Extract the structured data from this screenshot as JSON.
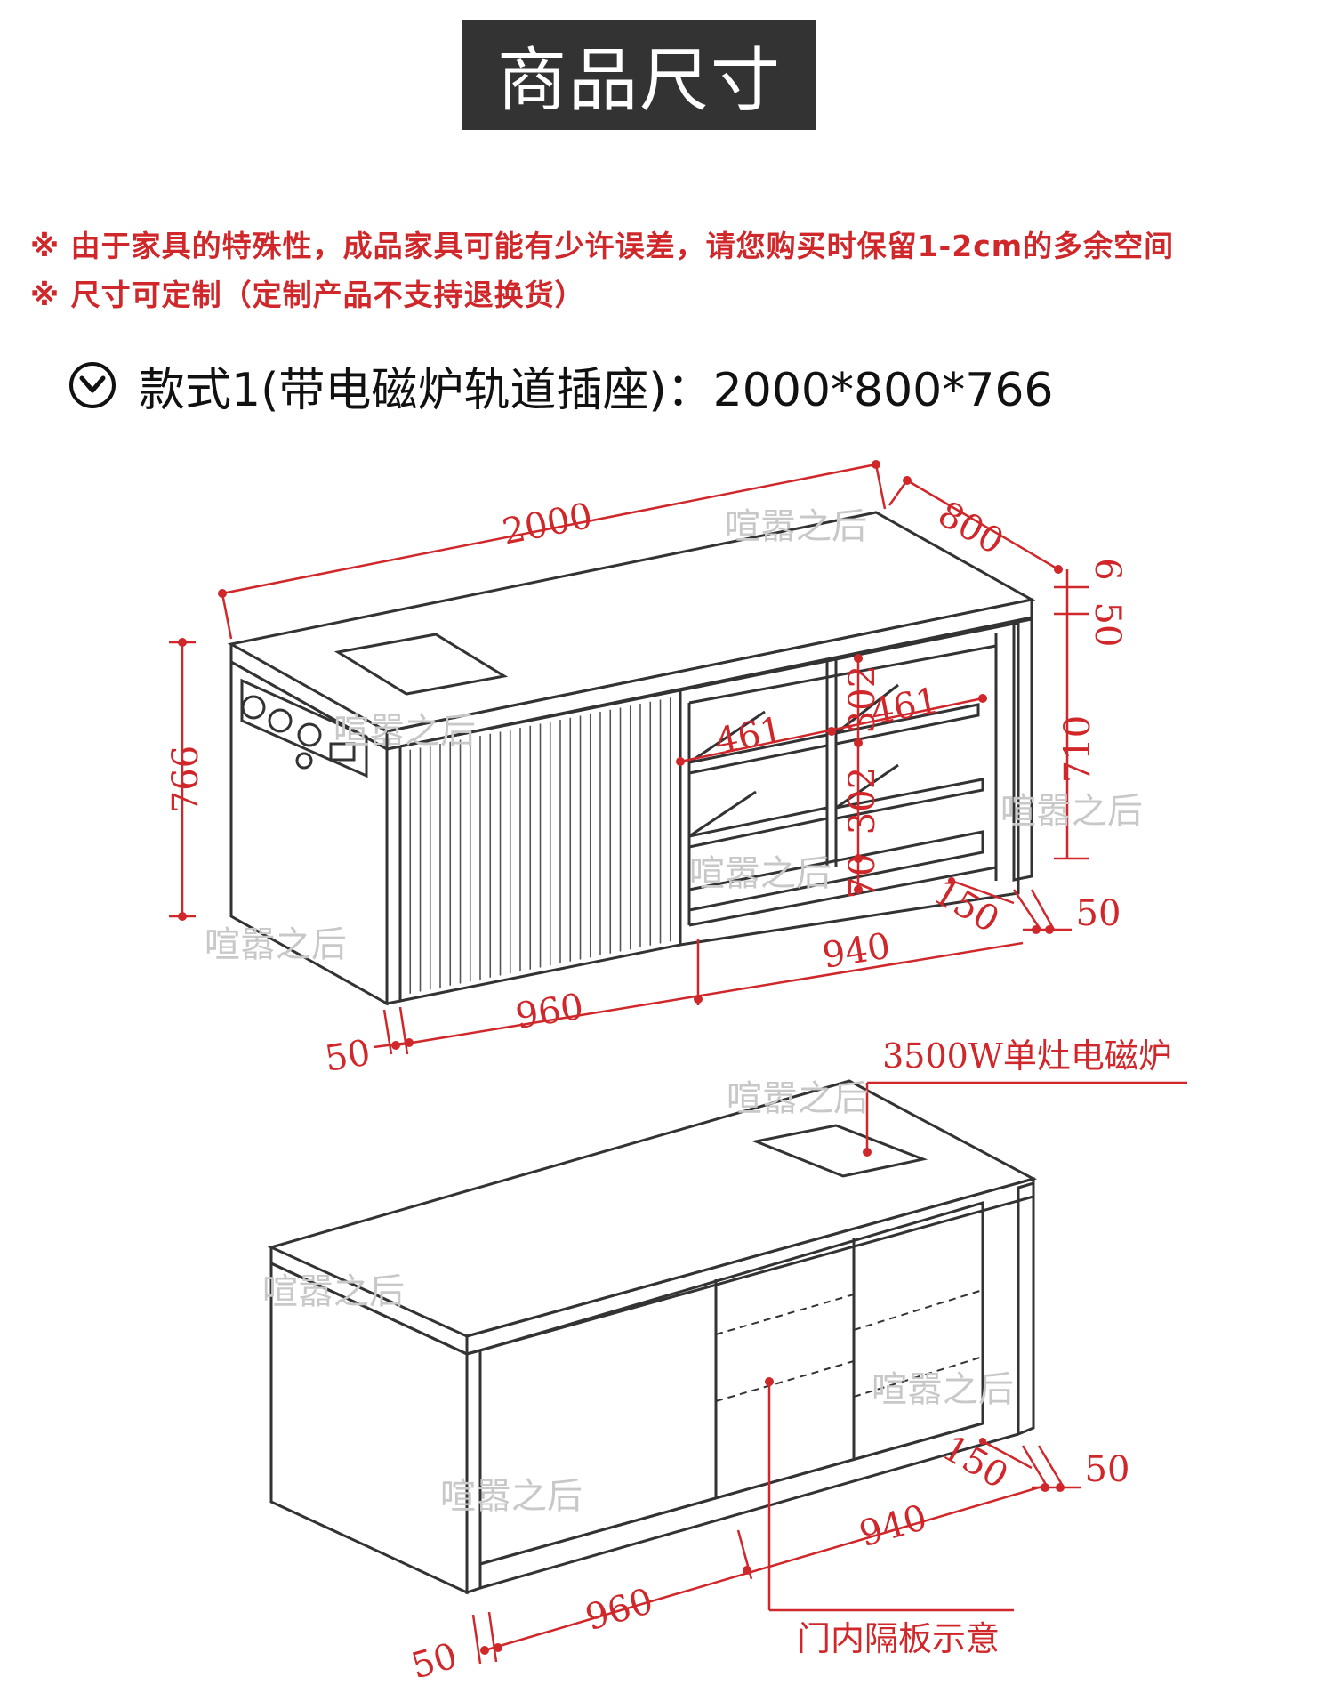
{
  "header": {
    "title": "商品尺寸"
  },
  "notes": [
    "※ 由于家具的特殊性，成品家具可能有少许误差，请您购买时保留1-2cm的多余空间",
    "※ 尺寸可定制（定制产品不支持退换货）"
  ],
  "style_heading": {
    "label": "款式1(带电磁炉轨道插座)：2000*800*766"
  },
  "diagram1": {
    "dims": {
      "width": "2000",
      "depth": "800",
      "top_thickness": "6",
      "top_band": "50",
      "inner_height": "710",
      "height": "766",
      "shelf_width_left": "461",
      "shelf_width_right": "461",
      "shelf_gap_upper": "302",
      "shelf_gap_lower": "302",
      "base_height": "70",
      "recess": "150",
      "side_right": "50",
      "section_right": "940",
      "section_left": "960",
      "side_left": "50"
    }
  },
  "diagram2": {
    "induction_label": "3500W单灶电磁炉",
    "door_label": "门内隔板示意",
    "dims": {
      "recess": "150",
      "side_right": "50",
      "section_right": "940",
      "section_left": "960",
      "side_left": "50"
    }
  },
  "watermark": "喧嚣之后",
  "colors": {
    "accent": "#d0272b",
    "title_bg": "#333333",
    "line": "#333333"
  }
}
